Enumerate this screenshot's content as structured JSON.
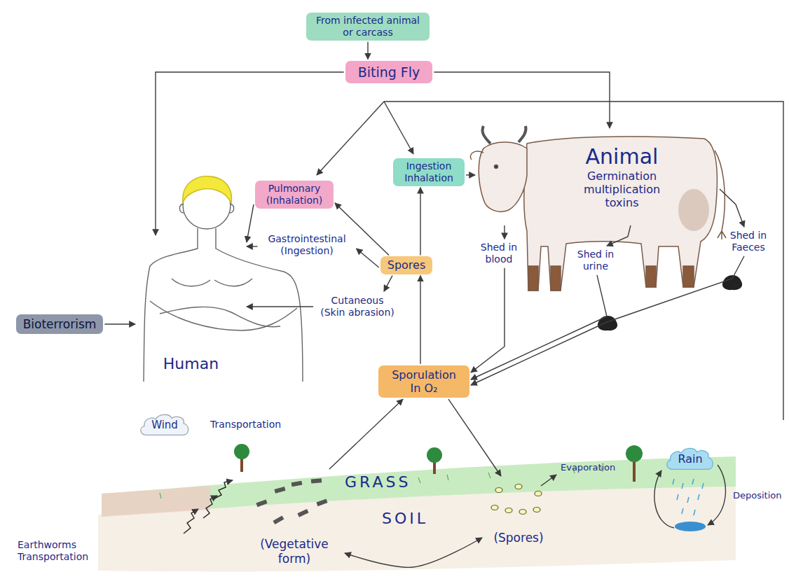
{
  "diagram": {
    "nodes": [
      {
        "text": [
          "From infected animal or carcass"
        ]
      },
      {
        "text": [
          "Biting Fly"
        ]
      },
      {
        "text": [
          "Ingestion Inhalation"
        ]
      },
      {
        "text": [
          "Pulmonary (Inhalation)"
        ]
      },
      {
        "text": [
          "Animal",
          "Germination multiplication toxins"
        ]
      },
      {
        "text": [
          "Gastrointestinal (Ingestion)"
        ]
      },
      {
        "text": [
          "Spores"
        ]
      },
      {
        "text": [
          "Shed in blood"
        ]
      },
      {
        "text": [
          "Shed in urine"
        ]
      },
      {
        "text": [
          "Shed in Faeces"
        ]
      },
      {
        "text": [
          "Cutaneous (Skin abrasion)"
        ]
      },
      {
        "text": [
          "Bioterrorism"
        ]
      },
      {
        "text": [
          "Human"
        ]
      },
      {
        "text": [
          "Sporulation In O₂"
        ]
      },
      {
        "text": [
          "Wind"
        ]
      },
      {
        "text": [
          "Rain"
        ]
      },
      {
        "text": [
          "(Vegetative form)"
        ]
      },
      {
        "text": [
          "(Spores)"
        ]
      }
    ],
    "edges": [
      {
        "from": 0,
        "to": 1,
        "arrow": "to"
      },
      {
        "from": 1,
        "to": 12,
        "arrow": "to"
      },
      {
        "from": 1,
        "to": 4,
        "arrow": "to"
      },
      {
        "from": 2,
        "to": 4,
        "arrow": "to"
      },
      {
        "from": 4,
        "to": 7,
        "arrow": "to"
      },
      {
        "from": 4,
        "to": 8,
        "arrow": "to"
      },
      {
        "from": 4,
        "to": 9,
        "arrow": "to"
      },
      {
        "from": 7,
        "to": 13,
        "arrow": "to"
      },
      {
        "from": 8,
        "to": 13,
        "arrow": "to"
      },
      {
        "from": 9,
        "to": 13,
        "arrow": "to"
      },
      {
        "from": 13,
        "to": 6,
        "arrow": "to"
      },
      {
        "from": 6,
        "to": 2,
        "arrow": "to"
      },
      {
        "from": 6,
        "to": 3,
        "arrow": "to"
      },
      {
        "from": 6,
        "to": 5,
        "arrow": "to"
      },
      {
        "from": 6,
        "to": 10,
        "arrow": "to"
      },
      {
        "from": 3,
        "to": 12,
        "arrow": "to"
      },
      {
        "from": 5,
        "to": 12,
        "arrow": "to"
      },
      {
        "from": 10,
        "to": 12,
        "arrow": "to"
      },
      {
        "from": 11,
        "to": 12,
        "arrow": "to"
      },
      {
        "from": 16,
        "to": 13,
        "arrow": "to"
      },
      {
        "from": 13,
        "to": 17,
        "arrow": "to"
      },
      {
        "from": 16,
        "to": 17,
        "arrow": "both"
      }
    ],
    "labels": [
      "Transportation",
      "Evaporation",
      "Deposition",
      "GRASS",
      "SOIL",
      "Earthworms Transportation"
    ]
  }
}
